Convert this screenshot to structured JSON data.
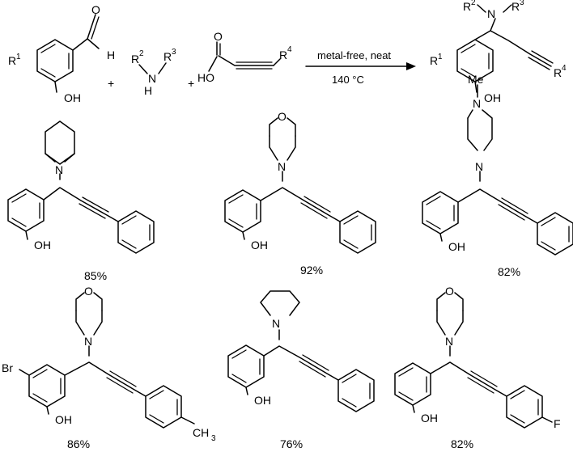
{
  "reaction": {
    "conditions_top": "metal-free, neat",
    "conditions_bottom": "140 °C",
    "plus": "+",
    "reactant1": {
      "r": "R",
      "r_sup": "1",
      "h": "H",
      "o": "O",
      "oh": "OH"
    },
    "reactant2": {
      "r2": "R",
      "r2_sup": "2",
      "r3": "R",
      "r3_sup": "3",
      "n": "N",
      "h": "H"
    },
    "reactant3": {
      "o": "O",
      "ho": "HO",
      "r4": "R",
      "r4_sup": "4"
    },
    "product": {
      "r1": "R",
      "r1_sup": "1",
      "r2": "R",
      "r2_sup": "2",
      "r3": "R",
      "r3_sup": "3",
      "n": "N",
      "oh": "OH",
      "r4": "R",
      "r4_sup": "4"
    }
  },
  "examples": [
    {
      "amine": "piperidine",
      "n": "N",
      "oh": "OH",
      "yield": "85%"
    },
    {
      "amine": "morpholine",
      "n": "N",
      "o": "O",
      "oh": "OH",
      "yield": "92%"
    },
    {
      "amine": "N-methylpiperazine",
      "n1": "N",
      "n2": "N",
      "me": "Me",
      "oh": "OH",
      "yield": "82%"
    },
    {
      "amine": "morpholine",
      "n": "N",
      "o": "O",
      "oh": "OH",
      "br": "Br",
      "ch3": "CH",
      "ch3_sub": "3",
      "yield": "86%"
    },
    {
      "amine": "pyrrolidine",
      "n": "N",
      "oh": "OH",
      "yield": "76%"
    },
    {
      "amine": "morpholine",
      "n": "N",
      "o": "O",
      "oh": "OH",
      "f": "F",
      "yield": "82%"
    }
  ]
}
